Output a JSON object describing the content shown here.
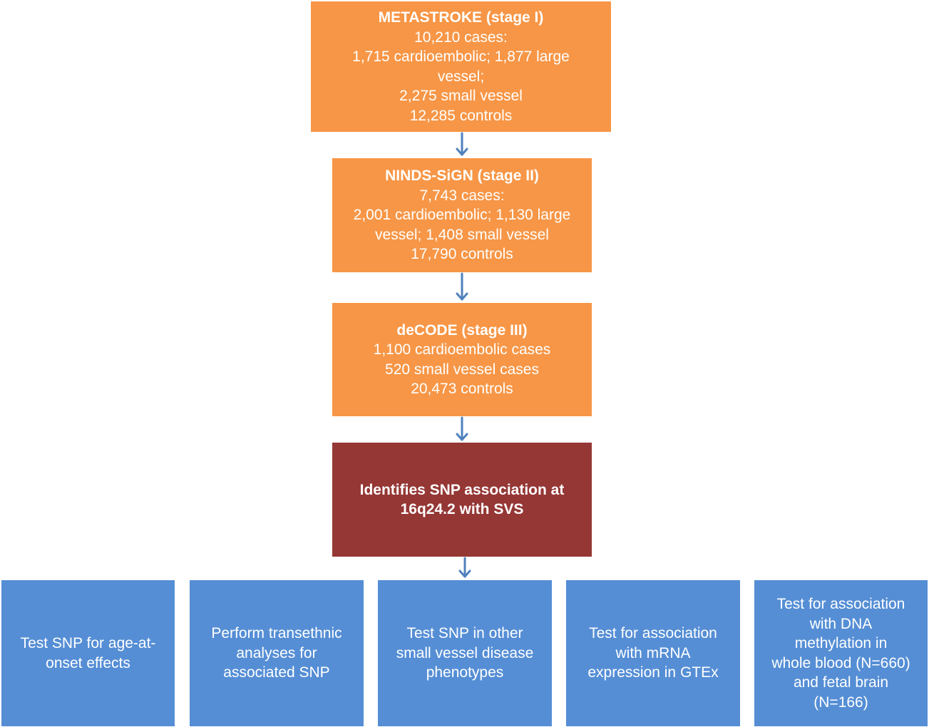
{
  "stages": [
    {
      "title": "METASTROKE (stage I)",
      "lines": [
        "10,210 cases:",
        "1,715 cardioembolic; 1,877 large",
        "vessel;",
        "2,275 small vessel",
        "12,285 controls"
      ]
    },
    {
      "title": "NINDS-SiGN (stage II)",
      "lines": [
        "7,743 cases:",
        "2,001 cardioembolic; 1,130 large",
        "vessel; 1,408 small vessel",
        "17,790 controls"
      ]
    },
    {
      "title": "deCODE (stage III)",
      "lines": [
        "1,100 cardioembolic cases",
        "520 small vessel cases",
        "20,473 controls"
      ]
    }
  ],
  "result": {
    "lines": [
      "Identifies SNP association at",
      "16q24.2 with SVS"
    ]
  },
  "followups": [
    {
      "lines": [
        "Test SNP for age-at-",
        "onset effects"
      ]
    },
    {
      "lines": [
        "Perform transethnic",
        "analyses for",
        "associated SNP"
      ]
    },
    {
      "lines": [
        "Test SNP in other",
        "small vessel disease",
        "phenotypes"
      ]
    },
    {
      "lines": [
        "Test for association",
        "with mRNA",
        "expression in GTEx"
      ]
    },
    {
      "lines": [
        "Test for association",
        "with DNA",
        "methylation in",
        "whole blood (N=660)",
        "and fetal brain",
        "(N=166)"
      ]
    }
  ],
  "colors": {
    "stage": "#f79646",
    "result": "#953735",
    "followup": "#558ed5",
    "arrow": "#4f81bd"
  }
}
